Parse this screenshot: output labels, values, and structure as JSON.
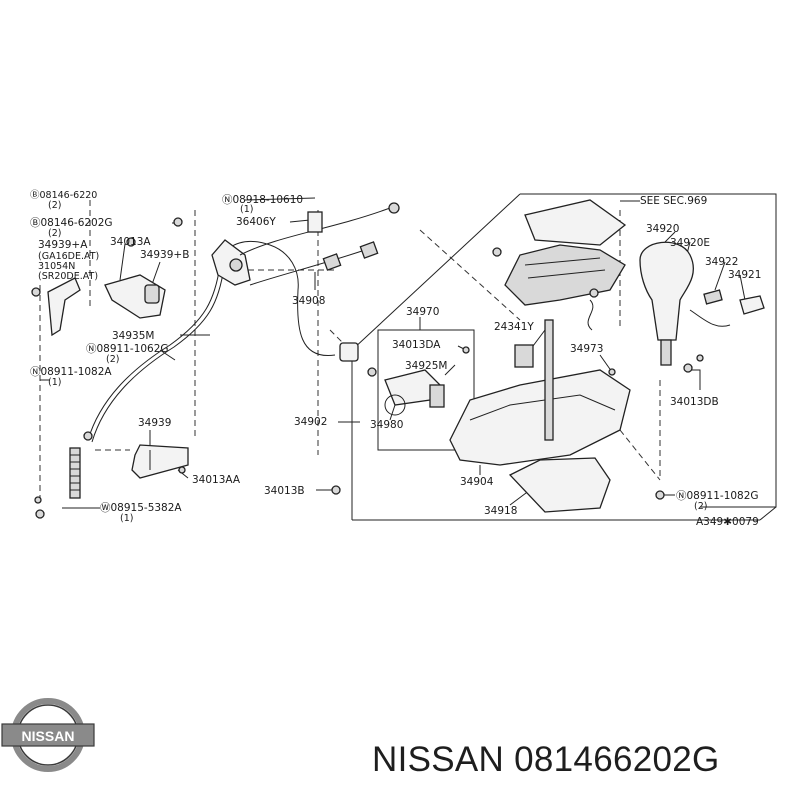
{
  "labels": {
    "p_08146_62208_top": "Ⓑ08146-6220",
    "p_qty2_a": "(2)",
    "p_08146_6202G": "Ⓑ08146-6202G",
    "p_qty2_b": "(2)",
    "p_34939A": "34939+A",
    "p_GA16DE": "(GA16DE.AT)",
    "p_31054N": "31054N",
    "p_SR20DE": "(SR20DE.AT)",
    "p_34013A": "34013A",
    "p_34939B": "34939+B",
    "p_08918_10610": "Ⓝ08918-10610",
    "p_qty1_a": "(1)",
    "p_36406Y": "36406Y",
    "p_34908": "34908",
    "p_34935M": "34935M",
    "p_08911_1062G": "Ⓝ08911-1062G",
    "p_qty2_c": "(2)",
    "p_08911_1082A": "Ⓝ08911-1082A",
    "p_qty1_b": "(1)",
    "p_34939": "34939",
    "p_34013AA": "34013AA",
    "p_08915_5382A": "Ⓦ08915-5382A",
    "p_qty1_c": "(1)",
    "p_34970": "34970",
    "p_34013DA": "34013DA",
    "p_34925M": "34925M",
    "p_24341Y": "24341Y",
    "p_34973": "34973",
    "p_34902": "34902",
    "p_34980": "34980",
    "p_34904": "34904",
    "p_34013B": "34013B",
    "p_34918": "34918",
    "p_see_sec": "SEE SEC.969",
    "p_34920": "34920",
    "p_34920E": "34920E",
    "p_34922": "34922",
    "p_34921": "34921",
    "p_34013DB": "34013DB",
    "p_08911_1082G": "Ⓝ08911-1082G",
    "p_qty2_d": "(2)",
    "p_code": "A349✱0079"
  },
  "footer": {
    "brand": "NISSAN",
    "part_number": "081466202G",
    "caption": "NISSAN 081466202G"
  },
  "colors": {
    "line": "#222222",
    "text": "#1a1a1a",
    "logo_silver": "#8a8a8a",
    "logo_dark": "#3a3a3a"
  }
}
